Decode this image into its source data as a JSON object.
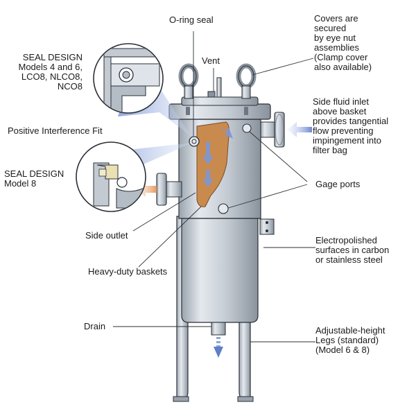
{
  "labels": {
    "oring_seal": "O-ring seal",
    "vent": "Vent",
    "covers": "Covers are\nsecured\nby eye nut\nassemblies\n(Clamp cover\nalso available)",
    "seal_design_1": "SEAL DESIGN\nModels 4 and 6,\nLCO8, NLCO8,\nNCO8",
    "positive_fit": "Positive Interference Fit",
    "side_inlet": "Side fluid inlet\nabove basket\nprovides tangential\nflow preventing\nimpingement into\nfilter bag",
    "seal_design_2": "SEAL DESIGN\nModel 8",
    "gage_ports": "Gage ports",
    "side_outlet": "Side outlet",
    "electropolished": "Electropolished\nsurfaces in carbon\nor stainless steel",
    "heavy_duty": "Heavy-duty baskets",
    "drain": "Drain",
    "legs": "Adjustable-height\nLegs (standard)\n(Model 6 & 8)"
  },
  "colors": {
    "steel_light": "#dfe4ea",
    "steel_mid": "#b4bcc6",
    "steel_dark": "#7f8893",
    "outline": "#2a2f36",
    "bag": "#c98a4e",
    "beam": "#aebfe6",
    "flow_arrow": "#5e7fc9"
  }
}
